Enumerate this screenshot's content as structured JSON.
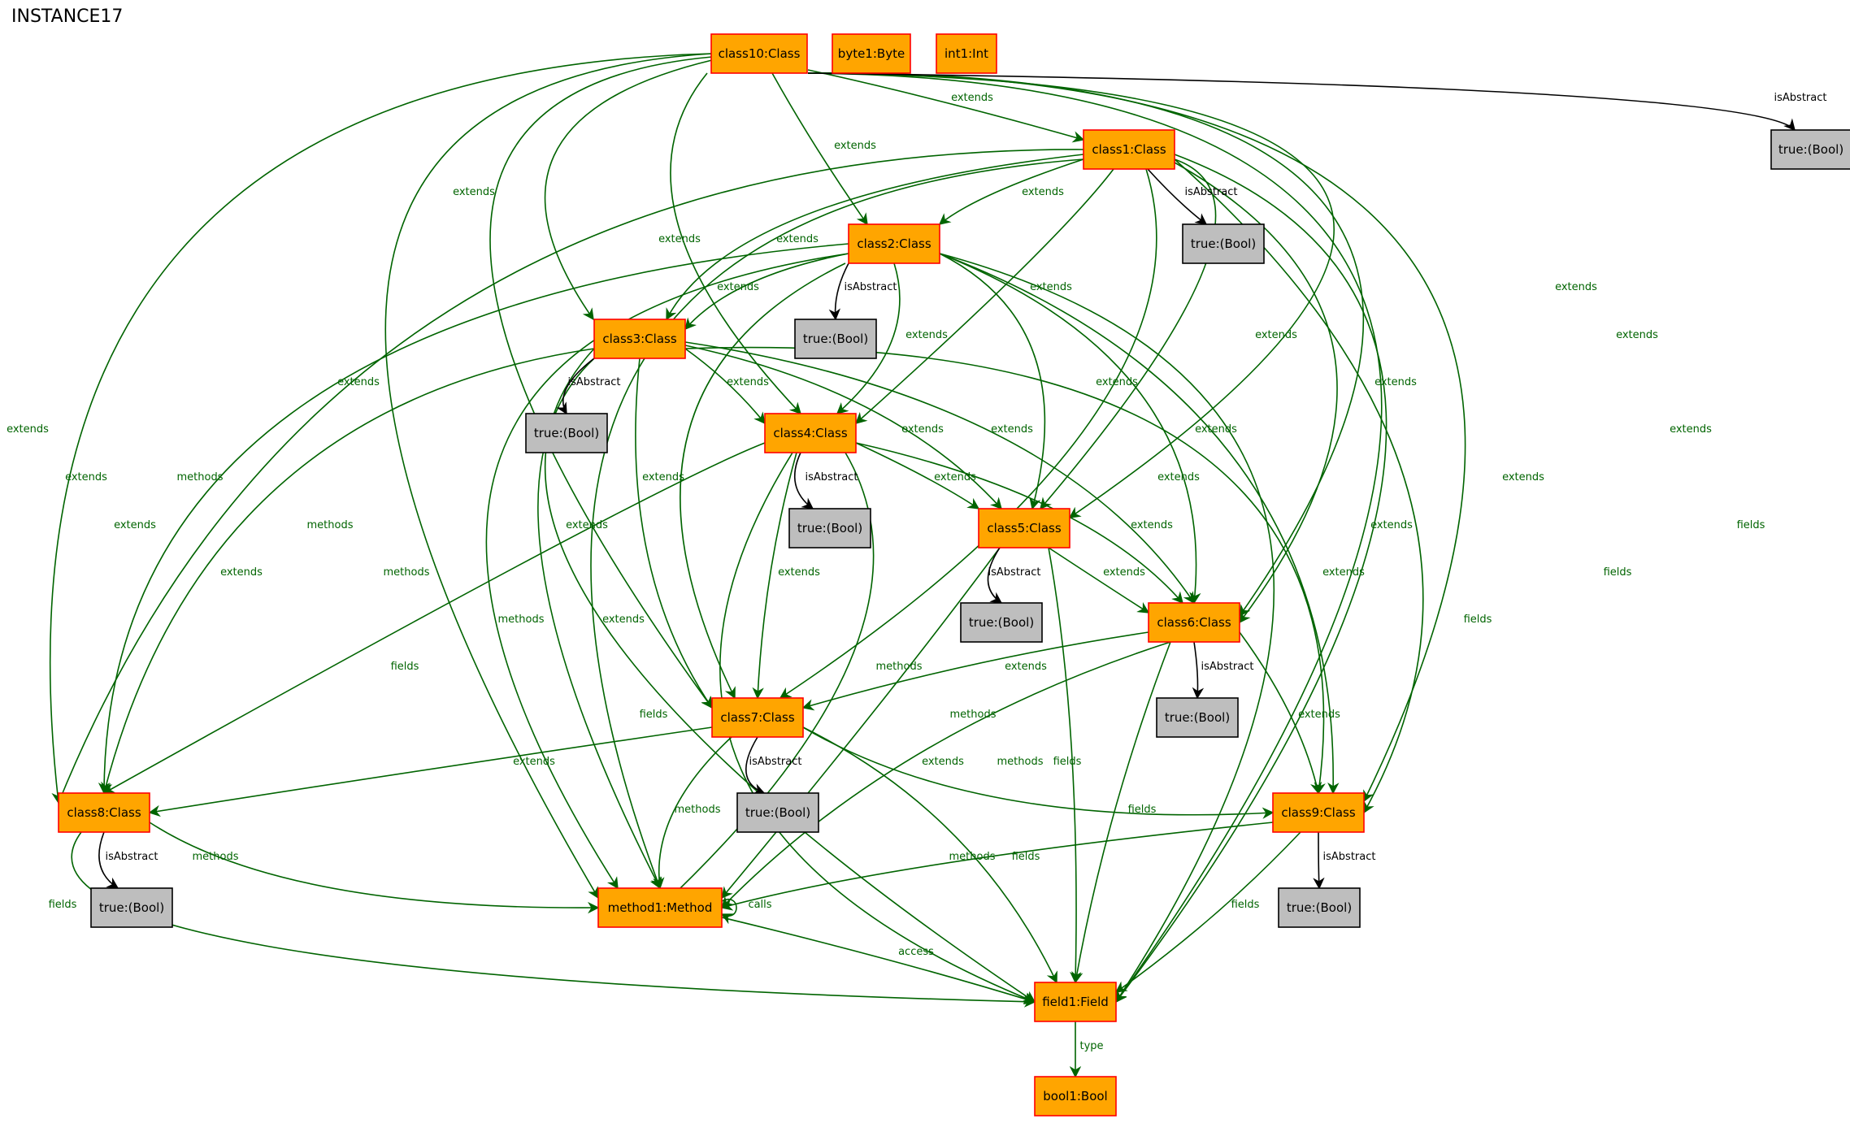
{
  "title": "INSTANCE17",
  "colors": {
    "object_fill": "#ffa500",
    "object_stroke": "#ff0000",
    "value_fill": "#bebebe",
    "value_stroke": "#000000",
    "relation_edge": "#006400",
    "attribute_edge": "#000000"
  },
  "nodes": [
    {
      "id": "class10",
      "label": "class10:Class",
      "kind": "object"
    },
    {
      "id": "byte1",
      "label": "byte1:Byte",
      "kind": "object"
    },
    {
      "id": "int1",
      "label": "int1:Int",
      "kind": "object"
    },
    {
      "id": "true10",
      "label": "true:(Bool)",
      "kind": "value"
    },
    {
      "id": "class1",
      "label": "class1:Class",
      "kind": "object"
    },
    {
      "id": "true1",
      "label": "true:(Bool)",
      "kind": "value"
    },
    {
      "id": "class2",
      "label": "class2:Class",
      "kind": "object"
    },
    {
      "id": "true2",
      "label": "true:(Bool)",
      "kind": "value"
    },
    {
      "id": "class3",
      "label": "class3:Class",
      "kind": "object"
    },
    {
      "id": "true3",
      "label": "true:(Bool)",
      "kind": "value"
    },
    {
      "id": "class4",
      "label": "class4:Class",
      "kind": "object"
    },
    {
      "id": "true4",
      "label": "true:(Bool)",
      "kind": "value"
    },
    {
      "id": "class5",
      "label": "class5:Class",
      "kind": "object"
    },
    {
      "id": "true5",
      "label": "true:(Bool)",
      "kind": "value"
    },
    {
      "id": "class6",
      "label": "class6:Class",
      "kind": "object"
    },
    {
      "id": "true6",
      "label": "true:(Bool)",
      "kind": "value"
    },
    {
      "id": "class7",
      "label": "class7:Class",
      "kind": "object"
    },
    {
      "id": "true7",
      "label": "true:(Bool)",
      "kind": "value"
    },
    {
      "id": "class8",
      "label": "class8:Class",
      "kind": "object"
    },
    {
      "id": "true8",
      "label": "true:(Bool)",
      "kind": "value"
    },
    {
      "id": "class9",
      "label": "class9:Class",
      "kind": "object"
    },
    {
      "id": "true9",
      "label": "true:(Bool)",
      "kind": "value"
    },
    {
      "id": "method1",
      "label": "method1:Method",
      "kind": "object"
    },
    {
      "id": "field1",
      "label": "field1:Field",
      "kind": "object"
    },
    {
      "id": "bool1",
      "label": "bool1:Bool",
      "kind": "object"
    }
  ],
  "edges": [
    {
      "from": "class10",
      "to": "class1",
      "label": "extends",
      "kind": "relation"
    },
    {
      "from": "class10",
      "to": "class2",
      "label": "extends",
      "kind": "relation"
    },
    {
      "from": "class10",
      "to": "class3",
      "label": "extends",
      "kind": "relation"
    },
    {
      "from": "class10",
      "to": "class4",
      "label": "extends",
      "kind": "relation"
    },
    {
      "from": "class10",
      "to": "class5",
      "label": "extends",
      "kind": "relation"
    },
    {
      "from": "class10",
      "to": "class6",
      "label": "extends",
      "kind": "relation"
    },
    {
      "from": "class10",
      "to": "class7",
      "label": "extends",
      "kind": "relation"
    },
    {
      "from": "class10",
      "to": "class8",
      "label": "extends",
      "kind": "relation"
    },
    {
      "from": "class10",
      "to": "class9",
      "label": "extends",
      "kind": "relation"
    },
    {
      "from": "class10",
      "to": "method1",
      "label": "methods",
      "kind": "relation"
    },
    {
      "from": "class10",
      "to": "field1",
      "label": "fields",
      "kind": "relation"
    },
    {
      "from": "class10",
      "to": "true10",
      "label": "isAbstract",
      "kind": "attribute"
    },
    {
      "from": "class1",
      "to": "class2",
      "label": "extends",
      "kind": "relation"
    },
    {
      "from": "class1",
      "to": "class3",
      "label": "extends",
      "kind": "relation"
    },
    {
      "from": "class1",
      "to": "class4",
      "label": "extends",
      "kind": "relation"
    },
    {
      "from": "class1",
      "to": "class5",
      "label": "extends",
      "kind": "relation"
    },
    {
      "from": "class1",
      "to": "class6",
      "label": "extends",
      "kind": "relation"
    },
    {
      "from": "class1",
      "to": "class7",
      "label": "extends",
      "kind": "relation"
    },
    {
      "from": "class1",
      "to": "class8",
      "label": "extends",
      "kind": "relation"
    },
    {
      "from": "class1",
      "to": "class9",
      "label": "extends",
      "kind": "relation"
    },
    {
      "from": "class1",
      "to": "method1",
      "label": "methods",
      "kind": "relation"
    },
    {
      "from": "class1",
      "to": "field1",
      "label": "fields",
      "kind": "relation"
    },
    {
      "from": "class1",
      "to": "true1",
      "label": "isAbstract",
      "kind": "attribute"
    },
    {
      "from": "class2",
      "to": "class3",
      "label": "extends",
      "kind": "relation"
    },
    {
      "from": "class2",
      "to": "class4",
      "label": "extends",
      "kind": "relation"
    },
    {
      "from": "class2",
      "to": "class5",
      "label": "extends",
      "kind": "relation"
    },
    {
      "from": "class2",
      "to": "class6",
      "label": "extends",
      "kind": "relation"
    },
    {
      "from": "class2",
      "to": "class7",
      "label": "extends",
      "kind": "relation"
    },
    {
      "from": "class2",
      "to": "class8",
      "label": "extends",
      "kind": "relation"
    },
    {
      "from": "class2",
      "to": "class9",
      "label": "extends",
      "kind": "relation"
    },
    {
      "from": "class2",
      "to": "method1",
      "label": "methods",
      "kind": "relation"
    },
    {
      "from": "class2",
      "to": "field1",
      "label": "fields",
      "kind": "relation"
    },
    {
      "from": "class2",
      "to": "true2",
      "label": "isAbstract",
      "kind": "attribute"
    },
    {
      "from": "class3",
      "to": "class4",
      "label": "extends",
      "kind": "relation"
    },
    {
      "from": "class3",
      "to": "class5",
      "label": "extends",
      "kind": "relation"
    },
    {
      "from": "class3",
      "to": "class6",
      "label": "extends",
      "kind": "relation"
    },
    {
      "from": "class3",
      "to": "class7",
      "label": "extends",
      "kind": "relation"
    },
    {
      "from": "class3",
      "to": "class8",
      "label": "extends",
      "kind": "relation"
    },
    {
      "from": "class3",
      "to": "class9",
      "label": "extends",
      "kind": "relation"
    },
    {
      "from": "class3",
      "to": "method1",
      "label": "methods",
      "kind": "relation"
    },
    {
      "from": "class3",
      "to": "field1",
      "label": "fields",
      "kind": "relation"
    },
    {
      "from": "class3",
      "to": "true3",
      "label": "isAbstract",
      "kind": "attribute"
    },
    {
      "from": "class4",
      "to": "class5",
      "label": "extends",
      "kind": "relation"
    },
    {
      "from": "class4",
      "to": "class6",
      "label": "extends",
      "kind": "relation"
    },
    {
      "from": "class4",
      "to": "class7",
      "label": "extends",
      "kind": "relation"
    },
    {
      "from": "class4",
      "to": "class8",
      "label": "extends",
      "kind": "relation"
    },
    {
      "from": "class4",
      "to": "method1",
      "label": "methods",
      "kind": "relation"
    },
    {
      "from": "class4",
      "to": "field1",
      "label": "fields",
      "kind": "relation"
    },
    {
      "from": "class4",
      "to": "true4",
      "label": "isAbstract",
      "kind": "attribute"
    },
    {
      "from": "class5",
      "to": "class6",
      "label": "extends",
      "kind": "relation"
    },
    {
      "from": "class5",
      "to": "method1",
      "label": "methods",
      "kind": "relation"
    },
    {
      "from": "class5",
      "to": "field1",
      "label": "fields",
      "kind": "relation"
    },
    {
      "from": "class5",
      "to": "true5",
      "label": "isAbstract",
      "kind": "attribute"
    },
    {
      "from": "class6",
      "to": "class7",
      "label": "extends",
      "kind": "relation"
    },
    {
      "from": "class6",
      "to": "class9",
      "label": "extends",
      "kind": "relation"
    },
    {
      "from": "class6",
      "to": "method1",
      "label": "methods",
      "kind": "relation"
    },
    {
      "from": "class6",
      "to": "field1",
      "label": "fields",
      "kind": "relation"
    },
    {
      "from": "class6",
      "to": "true6",
      "label": "isAbstract",
      "kind": "attribute"
    },
    {
      "from": "class7",
      "to": "class8",
      "label": "extends",
      "kind": "relation"
    },
    {
      "from": "class7",
      "to": "class9",
      "label": "extends",
      "kind": "relation"
    },
    {
      "from": "class7",
      "to": "method1",
      "label": "methods",
      "kind": "relation"
    },
    {
      "from": "class7",
      "to": "field1",
      "label": "fields",
      "kind": "relation"
    },
    {
      "from": "class7",
      "to": "true7",
      "label": "isAbstract",
      "kind": "attribute"
    },
    {
      "from": "class8",
      "to": "method1",
      "label": "methods",
      "kind": "relation"
    },
    {
      "from": "class8",
      "to": "field1",
      "label": "fields",
      "kind": "relation"
    },
    {
      "from": "class8",
      "to": "true8",
      "label": "isAbstract",
      "kind": "attribute"
    },
    {
      "from": "class9",
      "to": "method1",
      "label": "methods",
      "kind": "relation"
    },
    {
      "from": "class9",
      "to": "field1",
      "label": "fields",
      "kind": "relation"
    },
    {
      "from": "class9",
      "to": "true9",
      "label": "isAbstract",
      "kind": "attribute"
    },
    {
      "from": "method1",
      "to": "method1",
      "label": "calls",
      "kind": "relation"
    },
    {
      "from": "method1",
      "to": "field1",
      "label": "access",
      "kind": "relation"
    },
    {
      "from": "field1",
      "to": "bool1",
      "label": "type",
      "kind": "relation"
    }
  ]
}
